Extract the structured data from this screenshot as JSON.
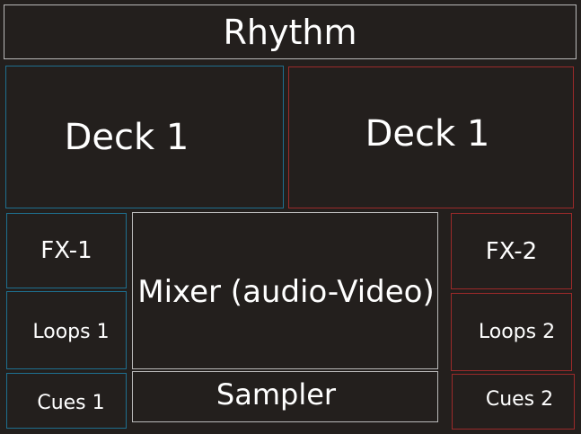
{
  "app": {
    "title": "Rhythm"
  },
  "decks": [
    {
      "label": "Deck 1"
    },
    {
      "label": "Deck 1"
    }
  ],
  "left_column": {
    "fx": "FX-1",
    "loops": "Loops 1",
    "cues": "Cues 1"
  },
  "center": {
    "mixer": "Mixer (audio-Video)",
    "sampler": "Sampler"
  },
  "right_column": {
    "fx": "FX-2",
    "loops": "Loops 2",
    "cues": "Cues 2"
  },
  "colors": {
    "background": "#231f1d",
    "text": "#ffffff",
    "neutral_border": "#b9b9b9",
    "left_accent": "#1e6f8f",
    "right_accent": "#9b2a2a"
  }
}
